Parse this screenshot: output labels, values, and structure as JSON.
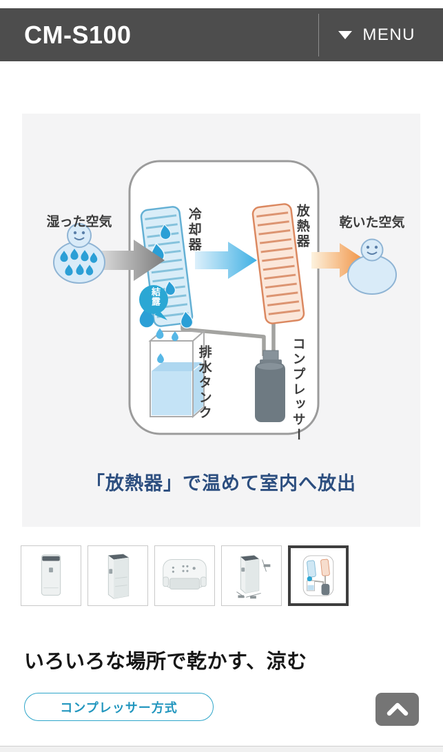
{
  "header": {
    "title": "CM-S100",
    "menu": {
      "label": "MENU",
      "icon": "chevron-down-triangle"
    }
  },
  "diagram": {
    "labels": {
      "humid_air": "湿った空気",
      "cooler": "冷却器",
      "radiator": "放熱器",
      "dry_air": "乾いた空気",
      "condensation": "結露",
      "drain_tank": "排水タンク",
      "compressor": "コンプレッサー"
    },
    "caption": "「放熱器」で温めて室内へ放出",
    "colors": {
      "cool_blue": "#2b9fd6",
      "heat_orange": "#e08a5f",
      "caption_navy": "#2c4e7f",
      "badge_blue": "#2ba7d4",
      "panel_gray": "#f4f4f5"
    }
  },
  "gallery": {
    "thumbnails": [
      {
        "name": "product-front-view",
        "selected": false
      },
      {
        "name": "product-angled-view",
        "selected": false
      },
      {
        "name": "product-top-panel-view",
        "selected": false
      },
      {
        "name": "product-dimensions-view",
        "selected": false
      },
      {
        "name": "dehumidify-mechanism-diagram",
        "selected": true
      }
    ]
  },
  "section": {
    "heading": "いろいろな場所で乾かす、涼む",
    "tag_button_label": "コンプレッサー方式"
  },
  "scroll_top": {
    "icon": "chevron-up-icon"
  },
  "accent_color": "#2da5c9"
}
